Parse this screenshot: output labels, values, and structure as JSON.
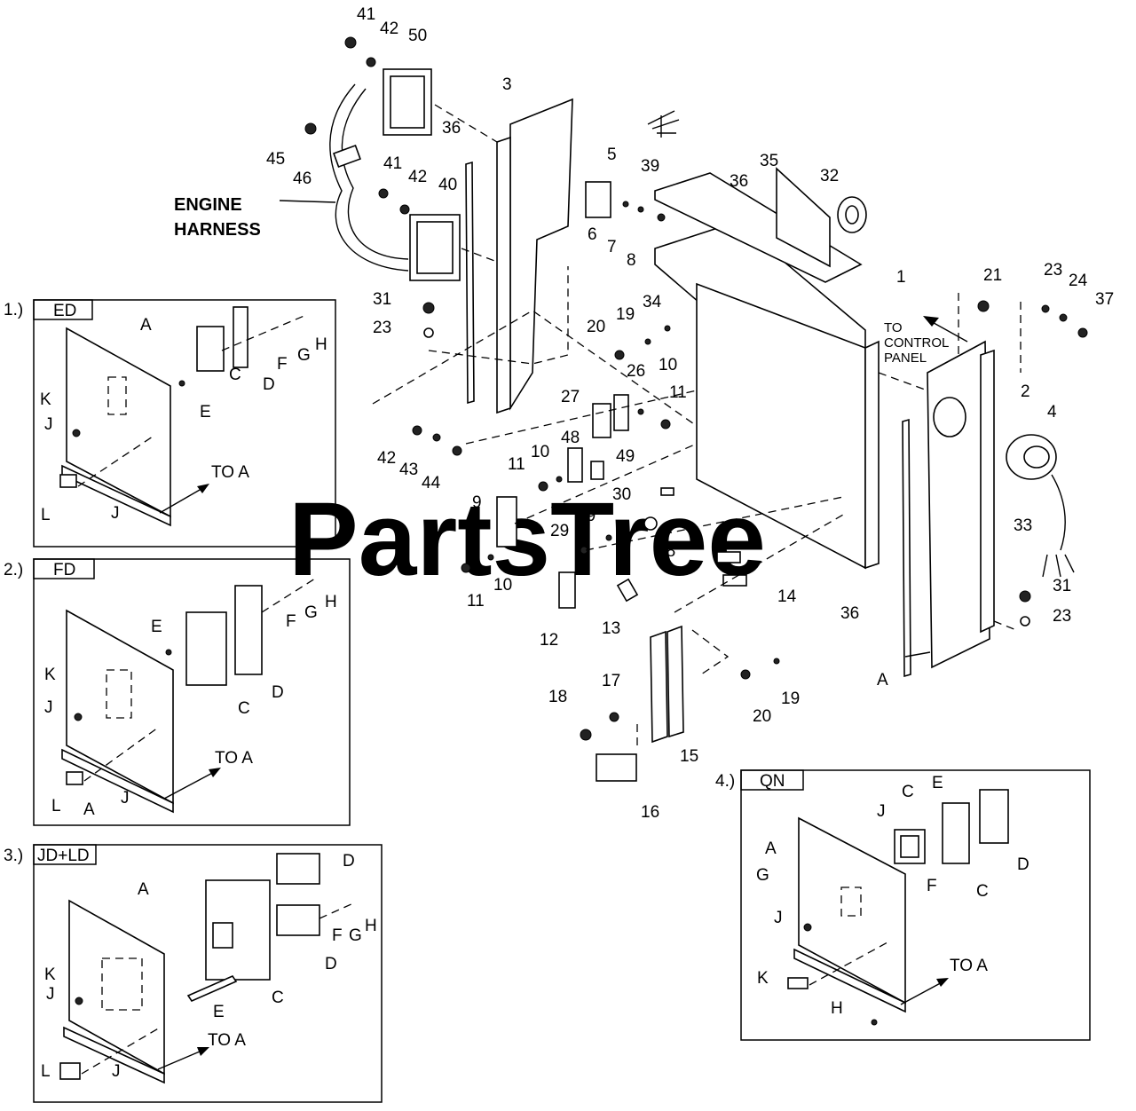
{
  "watermark": "PartsTree",
  "watermark_tm": "™",
  "main_labels": {
    "engine_harness": [
      "ENGINE",
      "HARNESS"
    ],
    "to_control_panel": [
      "TO",
      "CONTROL",
      "PANEL"
    ],
    "to_point_a": "A",
    "parts": [
      "41",
      "42",
      "50",
      "3",
      "36",
      "45",
      "46",
      "41",
      "42",
      "40",
      "5",
      "6",
      "7",
      "8",
      "39",
      "35",
      "36",
      "32",
      "1",
      "31",
      "23",
      "20",
      "19",
      "34",
      "21",
      "23",
      "24",
      "37",
      "2",
      "4",
      "27",
      "26",
      "10",
      "11",
      "48",
      "10",
      "49",
      "42",
      "43",
      "44",
      "11",
      "9",
      "30",
      "19",
      "29",
      "28",
      "11",
      "10",
      "33",
      "14",
      "31",
      "23",
      "12",
      "13",
      "36",
      "18",
      "17",
      "15",
      "20",
      "19",
      "16"
    ]
  },
  "insets": [
    {
      "number": "1.)",
      "title": "ED",
      "labels": [
        "A",
        "C",
        "D",
        "E",
        "F",
        "G",
        "H",
        "K",
        "J",
        "L",
        "J"
      ],
      "to_a": "TO A"
    },
    {
      "number": "2.)",
      "title": "FD",
      "labels": [
        "E",
        "C",
        "D",
        "F",
        "G",
        "H",
        "K",
        "J",
        "L",
        "A",
        "J"
      ],
      "to_a": "TO A"
    },
    {
      "number": "3.)",
      "title": "JD+LD",
      "labels": [
        "A",
        "D",
        "C",
        "E",
        "F",
        "G",
        "H",
        "D",
        "K",
        "J",
        "L",
        "J"
      ],
      "to_a": "TO A"
    },
    {
      "number": "4.)",
      "title": "QN",
      "labels": [
        "C",
        "E",
        "J",
        "A",
        "G",
        "J",
        "K",
        "H",
        "F",
        "C",
        "D"
      ],
      "to_a": "TO A"
    }
  ]
}
